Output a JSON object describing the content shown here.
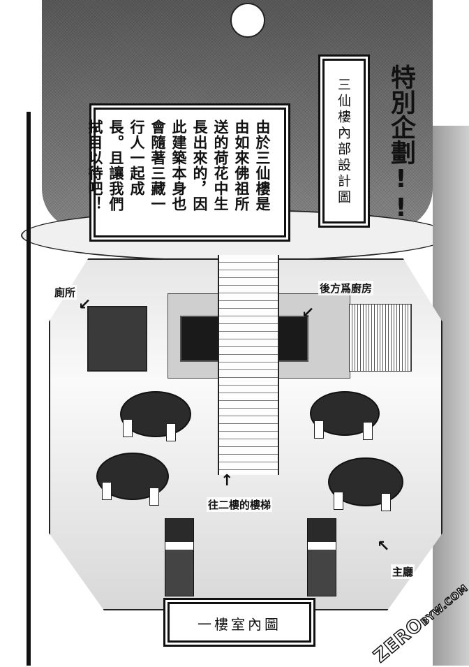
{
  "header": {
    "feature_title": "特別企劃!!",
    "plan_title": "三仙樓內部設計圖"
  },
  "intro": {
    "text": "由於三仙樓是由如來佛祖所送的荷花中生長出來的，因此建築本身也會隨著三藏一行人一起成長。且讓我們拭目以待吧！"
  },
  "labels": {
    "toilet": "廁所",
    "kitchen": "後方爲廚房",
    "stairs": "往二樓的樓梯",
    "main_hall": "主廳"
  },
  "footer": {
    "caption": "一樓室內圖"
  },
  "watermark": {
    "brand": "ZERO",
    "domain": "BYW.COM"
  },
  "icons": {
    "arrow": "curved-arrow-icon"
  }
}
